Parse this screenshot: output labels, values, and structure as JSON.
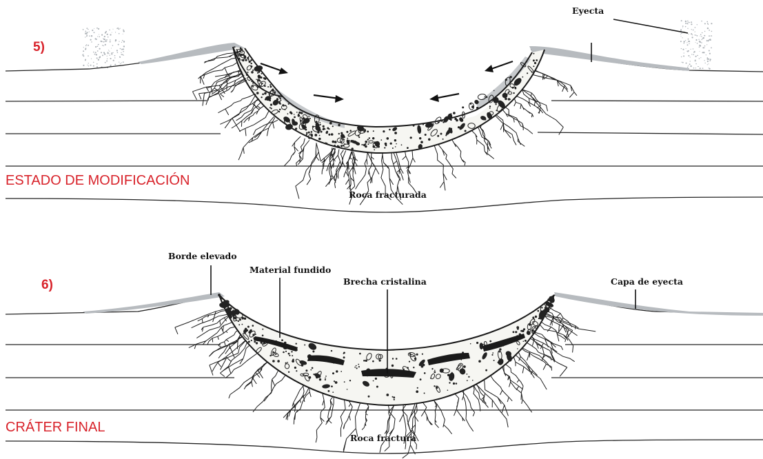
{
  "panels": [
    {
      "step": "5)",
      "stage_title": "ESTADO DE MODIFICACIÓN",
      "labels": {
        "ejecta": "Eyecta",
        "fractured_rock": "Roca fracturada"
      }
    },
    {
      "step": "6)",
      "stage_title": "CRÁTER FINAL",
      "labels": {
        "raised_rim": "Borde elevado",
        "melt": "Material fundido",
        "breccia": "Brecha cristalina",
        "ejecta_layer": "Capa de eyecta",
        "fractured_rock": "Roca fractura"
      }
    }
  ],
  "colors": {
    "stage_title": "#d8222a",
    "ejecta": "#b5b9bd",
    "line": "#222222"
  }
}
